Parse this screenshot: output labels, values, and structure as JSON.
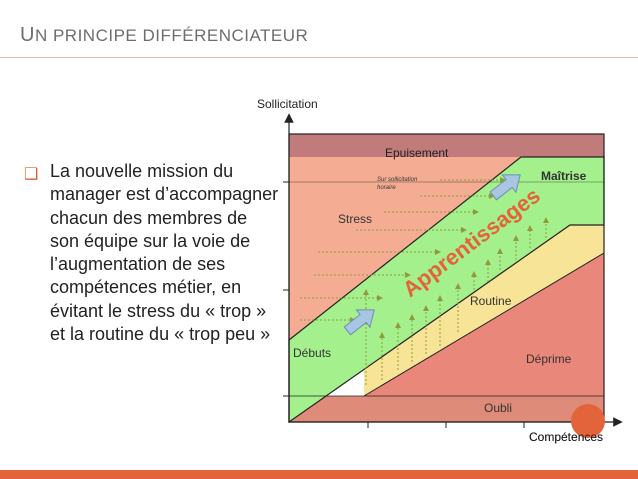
{
  "slide": {
    "title_first_letter": "U",
    "title_rest": "N PRINCIPE DIFFÉRENCIATEUR",
    "bullet_text": "La nouvelle mission du manager est d’accompagner chacun des membres de son équipe sur la voie de l’augmentation de ses compétences métier, en évitant le stress du « trop » et la routine du « trop peu »",
    "bullet_icon": "hollow-square-bullet-icon"
  },
  "diagram": {
    "y_axis_label": "Sollicitation",
    "x_axis_label": "Compétences",
    "zones": {
      "epuisement": "Epuisement",
      "stress": "Stress",
      "maitrise": "Maîtrise",
      "routine": "Routine",
      "deprime": "Déprime",
      "oubli": "Oubli",
      "debuts": "Débuts",
      "apprentissages": "Apprentissages"
    },
    "note_line1": "Sur sollicitation",
    "note_line2": "horaire",
    "colors": {
      "epuisement": "#c17b7b",
      "stress": "#f4ad93",
      "band": "#a4f08c",
      "routine": "#f8e496",
      "deprime": "#e8877a",
      "oubli": "#df8b7a",
      "arrow": "#a8c6e4",
      "accent": "#e3643a",
      "dotted": "#8f9a3c"
    }
  }
}
